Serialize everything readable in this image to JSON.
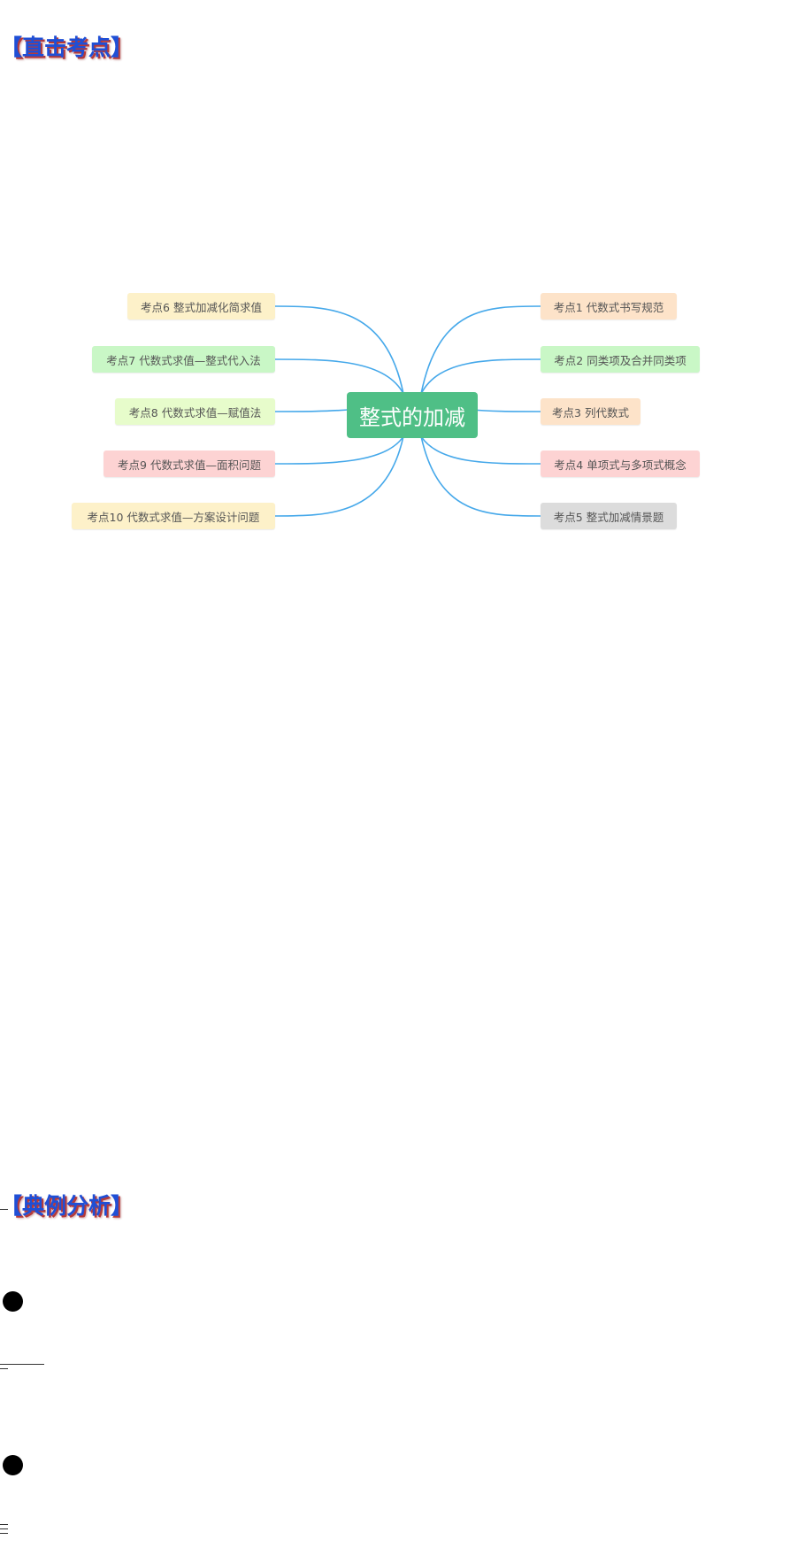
{
  "headings": {
    "section1": "【直击考点】",
    "section2": "【典例分析】"
  },
  "mindmap": {
    "center": "整式的加减",
    "colors": {
      "center": "#4fbf86",
      "branch_line": "#45a8ea"
    },
    "left_topics": [
      {
        "label": "考点6 整式加减化简求值",
        "color": "#fdf1c9"
      },
      {
        "label": "考点7 代数式求值—整式代入法",
        "color": "#c9f7c6"
      },
      {
        "label": "考点8 代数式求值—赋值法",
        "color": "#e7fccb"
      },
      {
        "label": "考点9 代数式求值—面积问题",
        "color": "#fdd3d3"
      },
      {
        "label": "考点10 代数式求值—方案设计问题",
        "color": "#fdf1c9"
      }
    ],
    "right_topics": [
      {
        "label": "考点1 代数式书写规范",
        "color": "#fde3c9"
      },
      {
        "label": "考点2 同类项及合并同类项",
        "color": "#c9f7c6"
      },
      {
        "label": "考点3 列代数式",
        "color": "#fde3c9"
      },
      {
        "label": "考点4 单项式与多项式概念",
        "color": "#fdd3d3"
      },
      {
        "label": "考点5 整式加减情景题",
        "color": "#dcdcdc"
      }
    ]
  },
  "bullets": [
    "bullet",
    "bullet"
  ]
}
